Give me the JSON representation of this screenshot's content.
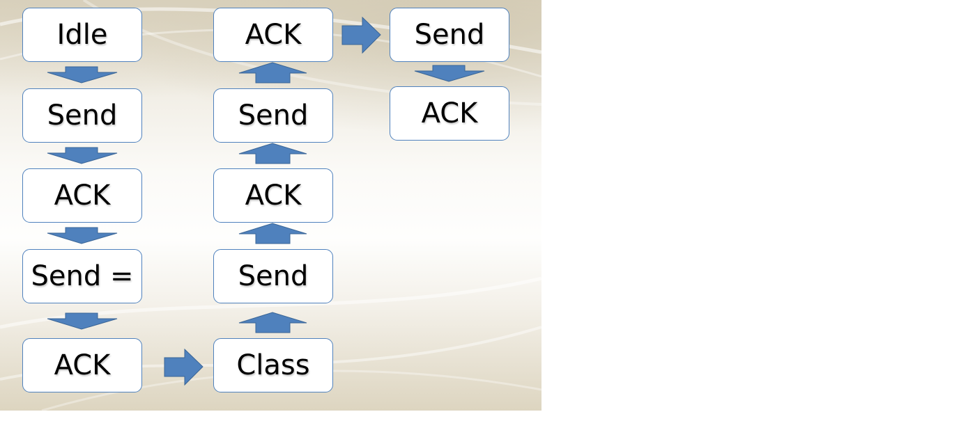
{
  "diagram": {
    "accent_color": "#4f81bd",
    "nodes": [
      {
        "id": "idle",
        "label": "Idle"
      },
      {
        "id": "send-1",
        "label": "Send"
      },
      {
        "id": "ack-1",
        "label": "ACK"
      },
      {
        "id": "send-eq",
        "label": "Send ="
      },
      {
        "id": "ack-2",
        "label": "ACK"
      },
      {
        "id": "class",
        "label": "Class"
      },
      {
        "id": "send-2",
        "label": "Send"
      },
      {
        "id": "ack-3",
        "label": "ACK"
      },
      {
        "id": "send-3",
        "label": "Send"
      },
      {
        "id": "ack-4",
        "label": "ACK"
      },
      {
        "id": "send-4",
        "label": "Send"
      },
      {
        "id": "ack-5",
        "label": "ACK"
      }
    ],
    "edges": [
      {
        "from": "idle",
        "to": "send-1"
      },
      {
        "from": "send-1",
        "to": "ack-1"
      },
      {
        "from": "ack-1",
        "to": "send-eq"
      },
      {
        "from": "send-eq",
        "to": "ack-2"
      },
      {
        "from": "ack-2",
        "to": "class"
      },
      {
        "from": "class",
        "to": "send-2"
      },
      {
        "from": "send-2",
        "to": "ack-3"
      },
      {
        "from": "ack-3",
        "to": "send-3"
      },
      {
        "from": "send-3",
        "to": "ack-4"
      },
      {
        "from": "ack-4",
        "to": "send-4"
      },
      {
        "from": "send-4",
        "to": "ack-5"
      }
    ]
  }
}
